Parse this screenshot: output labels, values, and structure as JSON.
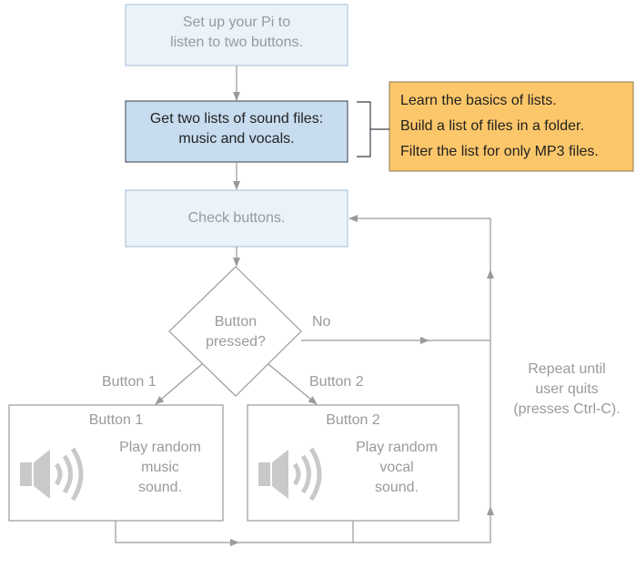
{
  "colors": {
    "pale_box_fill": "#eaf2fa",
    "pale_box_border": "#a7bfd6",
    "highlight_fill": "#c7dcef",
    "highlight_border": "#3a3f47",
    "note_fill": "#fcc76a",
    "note_border": "#8a7a55",
    "connector": "#9a9a9a",
    "muted_text": "#9a9a9a",
    "dark_text": "#222222",
    "speaker": "#c9c9c9"
  },
  "steps": {
    "setup": [
      "Set up your Pi to",
      "listen to two buttons."
    ],
    "get_lists": [
      "Get two lists of sound files:",
      "music and vocals."
    ],
    "check": "Check buttons."
  },
  "note": {
    "lines": [
      "Learn the basics of lists.",
      "Build a list of files in a folder.",
      "Filter the list for only MP3 files."
    ]
  },
  "decision": {
    "label": [
      "Button",
      "pressed?"
    ],
    "no_label": "No",
    "left_label": "Button 1",
    "right_label": "Button 2"
  },
  "actions": [
    {
      "title": "Button 1",
      "text": [
        "Play random",
        "music",
        "sound."
      ],
      "icon": "speaker-icon"
    },
    {
      "title": "Button 2",
      "text": [
        "Play random",
        "vocal",
        "sound."
      ],
      "icon": "speaker-icon"
    }
  ],
  "loop_note": [
    "Repeat until",
    "user quits",
    "(presses Ctrl-C)."
  ]
}
